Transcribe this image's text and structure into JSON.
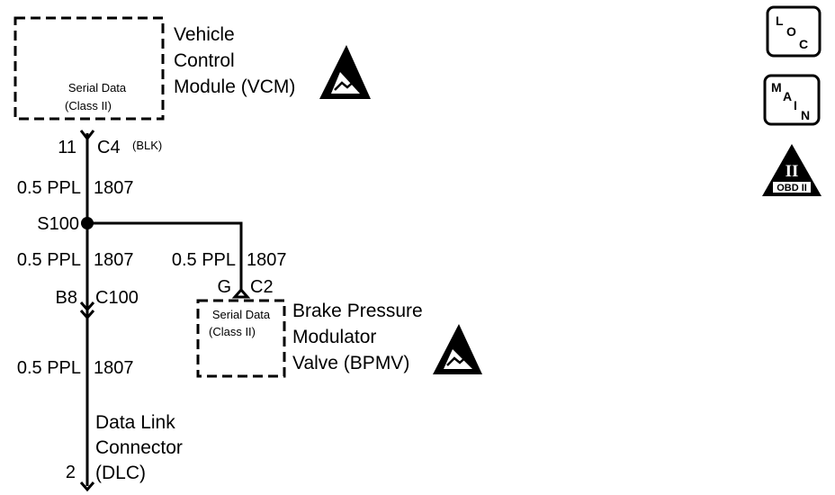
{
  "vcm": {
    "title_lines": [
      "Vehicle",
      "Control",
      "Module (VCM)"
    ],
    "inner_lines": [
      "Serial Data",
      "(Class II)"
    ]
  },
  "vcm_connector": {
    "pin": "11",
    "connector": "C4",
    "color": "(BLK)"
  },
  "wires": [
    {
      "gauge": "0.5 PPL",
      "circuit": "1807"
    },
    {
      "gauge": "0.5 PPL",
      "circuit": "1807"
    },
    {
      "gauge": "0.5 PPL",
      "circuit": "1807"
    },
    {
      "gauge": "0.5 PPL",
      "circuit": "1807"
    }
  ],
  "splice": {
    "label": "S100"
  },
  "c100": {
    "pin": "B8",
    "connector": "C100"
  },
  "bpmv": {
    "pin": "G",
    "connector": "C2",
    "inner_lines": [
      "Serial Data",
      "(Class II)"
    ],
    "title_lines": [
      "Brake Pressure",
      "Modulator",
      "Valve (BPMV)"
    ]
  },
  "dlc": {
    "title_lines": [
      "Data Link",
      "Connector"
    ],
    "pin": "2",
    "abbr": "(DLC)"
  },
  "legend_icons": [
    {
      "name": "loc",
      "letters": [
        "L",
        "O",
        "C"
      ]
    },
    {
      "name": "main",
      "letters": [
        "M",
        "A",
        "I",
        "N"
      ]
    },
    {
      "name": "obd",
      "numeral": "II",
      "caption": "OBD II"
    }
  ],
  "colors": {
    "ink": "#000000",
    "background": "#ffffff"
  }
}
